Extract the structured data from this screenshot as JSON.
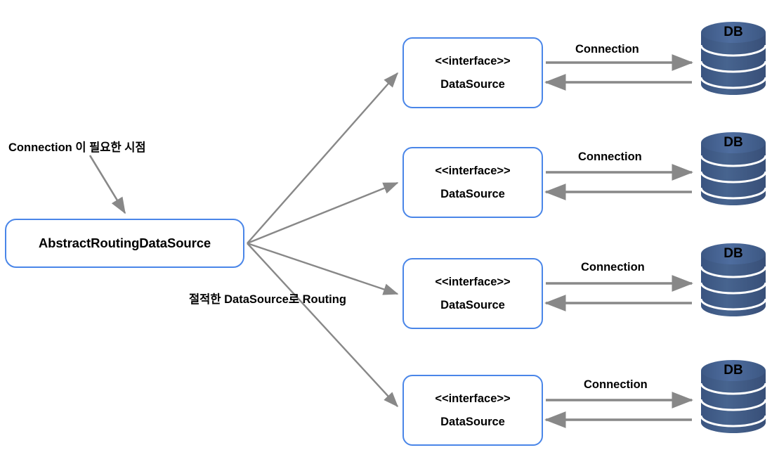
{
  "diagram": {
    "title_node": {
      "label": "AbstractRoutingDataSource"
    },
    "annotations": {
      "connection_needed": "Connection 이 필요한 시점",
      "routing_note": "절적한 DataSource로 Routing"
    },
    "colors": {
      "box_border": "#4a86e8",
      "box_fill": "#ffffff",
      "arrow": "#888888",
      "db_body": "#3f5c8c",
      "db_top": "#4c6a9c",
      "text": "#000000",
      "background": "#ffffff"
    },
    "datasources": [
      {
        "stereotype": "<<interface>>",
        "name": "DataSource",
        "connection_label": "Connection",
        "db_label": "DB"
      },
      {
        "stereotype": "<<interface>>",
        "name": "DataSource",
        "connection_label": "Connection",
        "db_label": "DB"
      },
      {
        "stereotype": "<<interface>>",
        "name": "DataSource",
        "connection_label": "Connection",
        "db_label": "DB"
      },
      {
        "stereotype": "<<interface>>",
        "name": "DataSource",
        "connection_label": "Connection",
        "db_label": "DB"
      }
    ]
  }
}
